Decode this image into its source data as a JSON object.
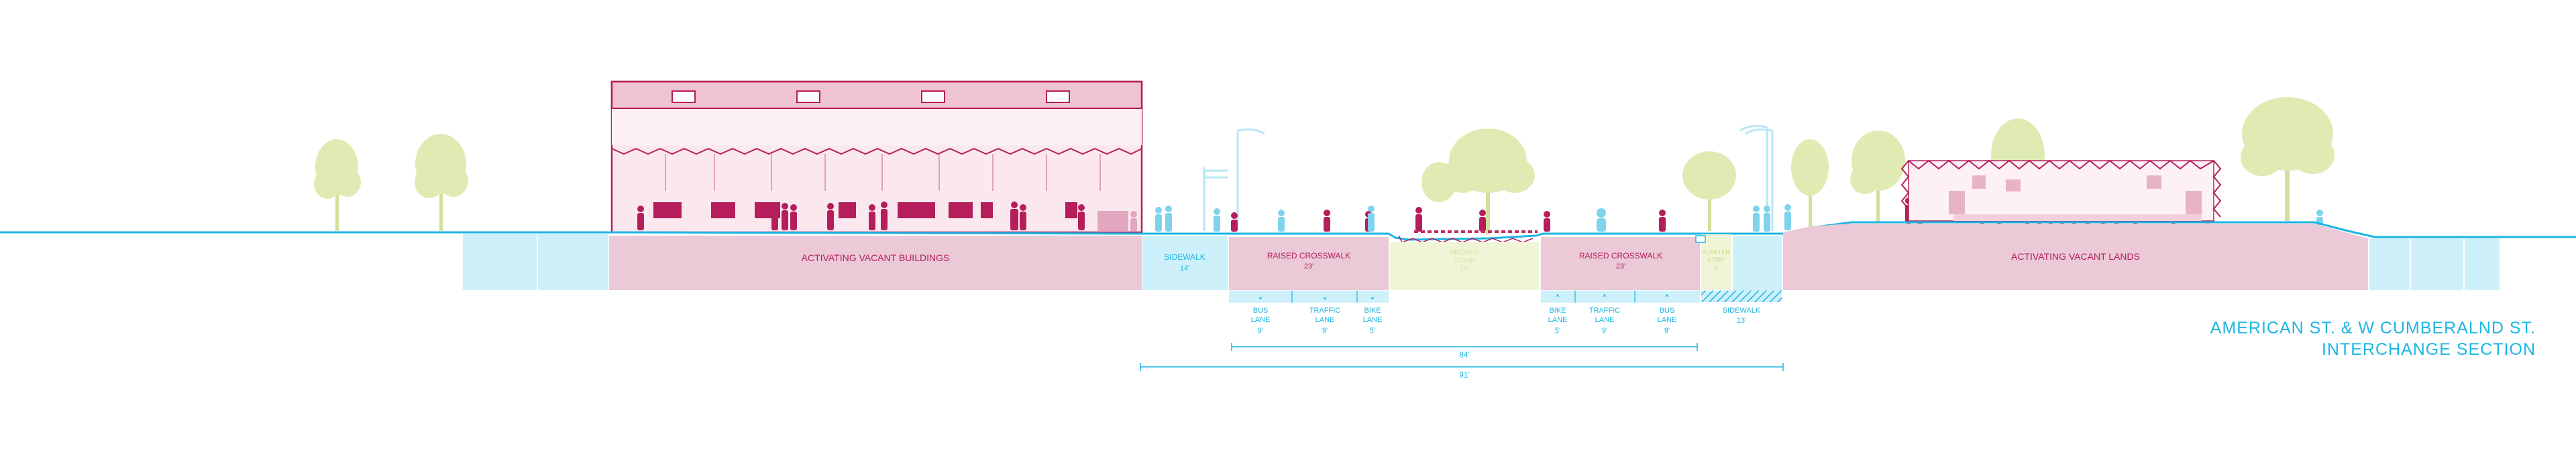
{
  "title": {
    "line1": "AMERICAN ST. & W CUMBERALND ST.",
    "line2": "INTERCHANGE SECTION"
  },
  "zones": {
    "buildings": "ACTIVATING VACANT BUILDINGS",
    "sidewalk_left": "SIDEWALK",
    "sidewalk_left_width": "14'",
    "crosswalk_left": "RAISED CROSSWALK",
    "crosswalk_left_width": "23'",
    "median": "MEDIAN STRIP",
    "median_width": "10'",
    "crosswalk_right": "RAISED CROSSWALK",
    "crosswalk_right_width": "23'",
    "planter": "PLANTER STRIP",
    "planter_width": "3'",
    "sidewalk_right": "SIDEWALK",
    "sidewalk_right_width": "13'",
    "lands": "ACTIVATING VACANT LANDS"
  },
  "lanes": [
    {
      "name": "BUS LANE",
      "width": "9'",
      "direction": "down"
    },
    {
      "name": "TRAFFIC LANE",
      "width": "9'",
      "direction": "down"
    },
    {
      "name": "BIKE LANE",
      "width": "5'",
      "direction": "down"
    },
    {
      "name": "BIKE LANE",
      "width": "5'",
      "direction": "up"
    },
    {
      "name": "TRAFFIC LANE",
      "width": "9'",
      "direction": "up"
    },
    {
      "name": "BUS LANE",
      "width": "9'",
      "direction": "up"
    }
  ],
  "dimensions": {
    "inner": "84'",
    "outer": "91'"
  },
  "colors": {
    "cyan": "#1cb6e3",
    "light_cyan": "#cdf0fb",
    "magenta": "#b51e5b",
    "pink": "#ebc9d6",
    "light_pink": "#f7dde6",
    "green": "#dfeab2",
    "tree": "#e0ebb4"
  }
}
